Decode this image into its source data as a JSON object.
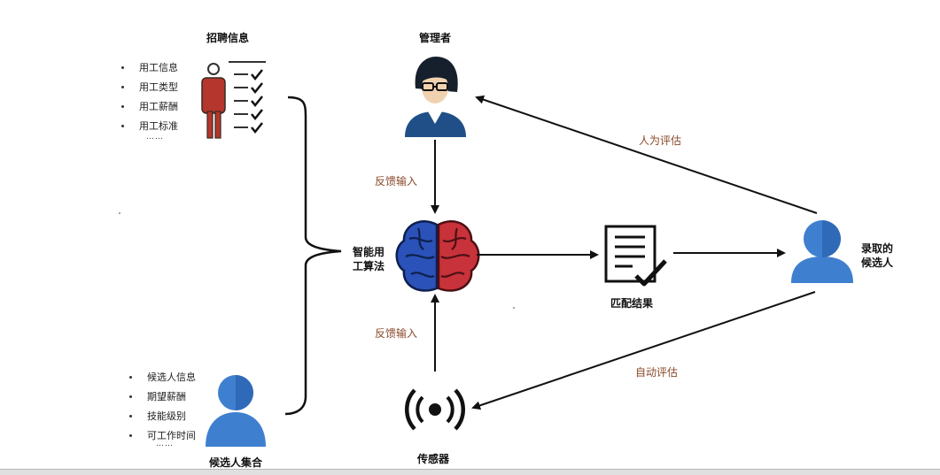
{
  "diagram": {
    "recruit_info": {
      "title": "招聘信息",
      "items": [
        "用工信息",
        "用工类型",
        "用工薪酬",
        "用工标准"
      ],
      "more": "……"
    },
    "candidates": {
      "title": "候选人集合",
      "items": [
        "候选人信息",
        "期望薪酬",
        "技能级别",
        "可工作时间"
      ],
      "more": "……"
    },
    "manager": {
      "label": "管理者"
    },
    "algorithm": {
      "label_line1": "智能用",
      "label_line2": "工算法"
    },
    "match_result": {
      "label": "匹配结果"
    },
    "hired": {
      "label_line1": "录取的",
      "label_line2": "候选人"
    },
    "sensor": {
      "label": "传感器"
    },
    "edges": {
      "feedback_top": "反馈输入",
      "feedback_bottom": "反馈输入",
      "human_eval": "人为评估",
      "auto_eval": "自动评估"
    },
    "colors": {
      "person_blue": "#3f7fcf",
      "brain_blue": "#2a52b8",
      "brain_red": "#c8323a",
      "recruit_red": "#b5362c",
      "edge_label": "#8a4a2a"
    }
  }
}
